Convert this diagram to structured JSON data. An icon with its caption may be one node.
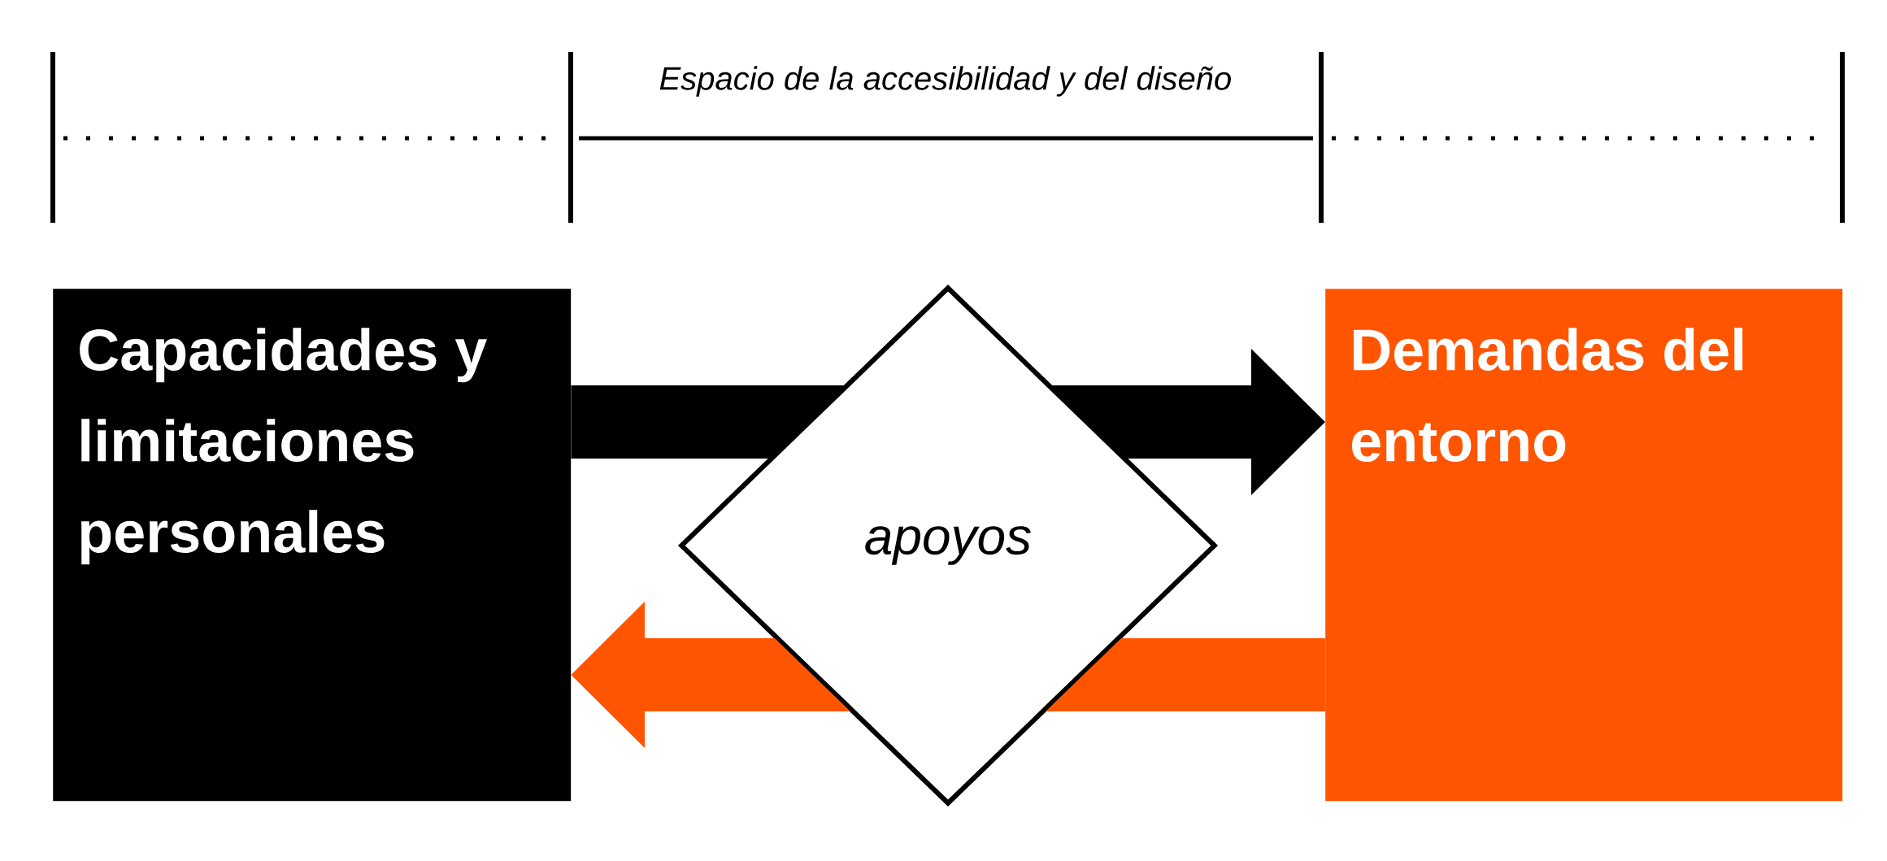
{
  "diagram": {
    "nodes": [
      {
        "text": [
          "Capacidades y limitaciones personales"
        ]
      },
      {
        "text": [
          "apoyos"
        ]
      },
      {
        "text": [
          "Demandas del entorno"
        ]
      }
    ],
    "edges": [
      {
        "from": 0,
        "to": 2,
        "arrow": "to",
        "style": "thick",
        "color": "#000000"
      },
      {
        "from": 2,
        "to": 0,
        "arrow": "to",
        "style": "thick",
        "color": "#ff5500"
      }
    ],
    "labels": [
      "Espacio de la accesibilidad y del diseño"
    ]
  }
}
